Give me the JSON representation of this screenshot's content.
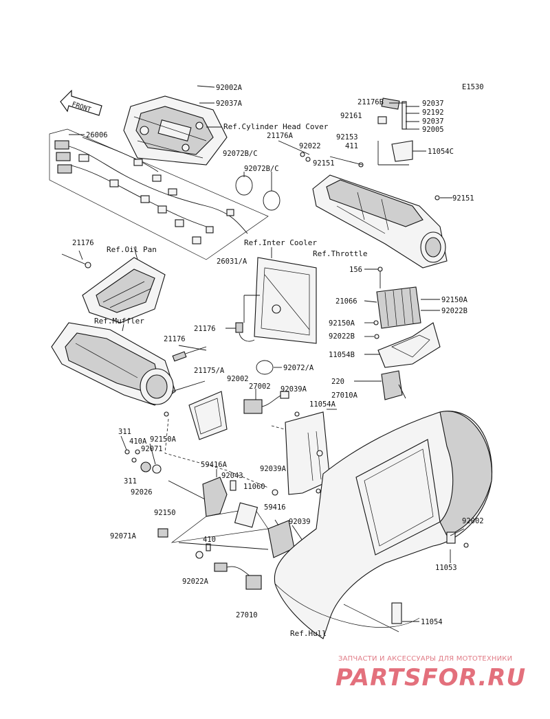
{
  "diagram_code": "E1530",
  "front_label": "FRONT",
  "reference_labels": {
    "cylinder_head_cover": "Ref.Cylinder Head Cover",
    "oil_pan": "Ref.Oil Pan",
    "inter_cooler": "Ref.Inter Cooler",
    "throttle": "Ref.Throttle",
    "muffler": "Ref.Muffler",
    "hull": "Ref.Hull"
  },
  "part_numbers": {
    "p92002A": "92002A",
    "p92037A": "92037A",
    "p26006": "26006",
    "p21176A": "21176A",
    "p92022": "92022",
    "p92072BC_1": "92072B/C",
    "p92072BC_2": "92072B/C",
    "p92151_1": "92151",
    "p92151_2": "92151",
    "p21176B": "21176B",
    "p92037_1": "92037",
    "p92161": "92161",
    "p92192": "92192",
    "p92037_2": "92037",
    "p92153": "92153",
    "p92005": "92005",
    "p411": "411",
    "p11054C": "11054C",
    "p26031A": "26031/A",
    "p21176_1": "21176",
    "p156": "156",
    "p21066": "21066",
    "p92150A_1": "92150A",
    "p92022B_1": "92022B",
    "p92150A_2": "92150A",
    "p92022B_2": "92022B",
    "p21176_2": "21176",
    "p21176_3": "21176",
    "p11054B": "11054B",
    "p92072A": "92072/A",
    "p21175A": "21175/A",
    "p92002": "92002",
    "p220": "220",
    "p27002": "27002",
    "p92039A_1": "92039A",
    "p27010A": "27010A",
    "p11054A": "11054A",
    "p311_1": "311",
    "p410A": "410A",
    "p92150A_3": "92150A",
    "p92071": "92071",
    "p92039A_2": "92039A",
    "p311_2": "311",
    "p59416A": "59416A",
    "p92043": "92043",
    "p92026": "92026",
    "p11060": "11060",
    "p92150": "92150",
    "p59416": "59416",
    "p92039": "92039",
    "p92002_2": "92002",
    "p92071A": "92071A",
    "p410": "410",
    "p11053": "11053",
    "p92022A": "92022A",
    "p27010": "27010",
    "p11054": "11054"
  },
  "watermark": {
    "tagline": "ЗАПЧАСТИ И АКСЕССУАРЫ ДЛЯ МОТОТЕХНИКИ",
    "brand": "PARTSFOR.RU",
    "color": "#e3707c"
  }
}
